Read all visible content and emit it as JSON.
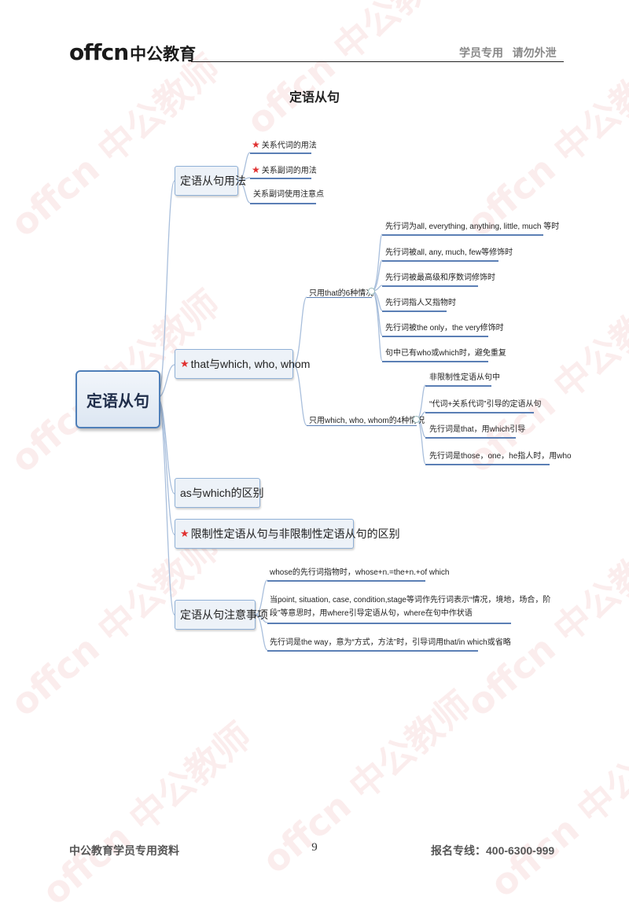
{
  "header": {
    "logo_en": "offcn",
    "logo_cn": "中公教育",
    "right_text": "学员专用   请勿外泄"
  },
  "page_title": "定语从句",
  "watermark": "offcn 中公教师",
  "mindmap": {
    "root": "定语从句",
    "usage": {
      "label": "定语从句用法",
      "leaves": [
        "关系代词的用法",
        "关系副词的用法",
        "关系副词使用注意点"
      ]
    },
    "that_which": {
      "label": "that与which, who, whom",
      "only_that": {
        "label": "只用that的6种情况",
        "leaves": [
          "先行词为all, everything, anything, little, much 等时",
          "先行词被all, any, much, few等修饰时",
          "先行词被最高级和序数词修饰时",
          "先行词指人又指物时",
          "先行词被the only，the very修饰时",
          "句中已有who或which时，避免重复"
        ]
      },
      "only_which": {
        "label": "只用which, who, whom的4种情况",
        "leaves": [
          "非限制性定语从句中",
          "“代词+关系代词”引导的定语从句",
          "先行词是that，用which引导",
          "先行词是those，one，he指人时，用who"
        ]
      }
    },
    "as_which": {
      "label": "as与which的区别"
    },
    "restrictive": {
      "label": "限制性定语从句与非限制性定语从句的区别"
    },
    "notes": {
      "label": "定语从句注意事项",
      "leaves": [
        "whose的先行词指物时，whose+n.=the+n.+of which",
        "当point, situation, case, condition,stage等词作先行词表示“情况，境地，场合，阶",
        "段”等意思时，用where引导定语从句，where在句中作状语",
        "先行词是the way，意为“方式，方法”时，引导词用that/in which或省略"
      ]
    }
  },
  "footer": {
    "left": "中公教育学员专用资料",
    "page": "9",
    "right": "报名专线：400-6300-999"
  },
  "colors": {
    "node_border": "#8fb0d6",
    "underline": "#5b7fb5",
    "star": "#e03030",
    "connector": "#a9bfdc"
  },
  "icons": {
    "important": "star-icon"
  }
}
